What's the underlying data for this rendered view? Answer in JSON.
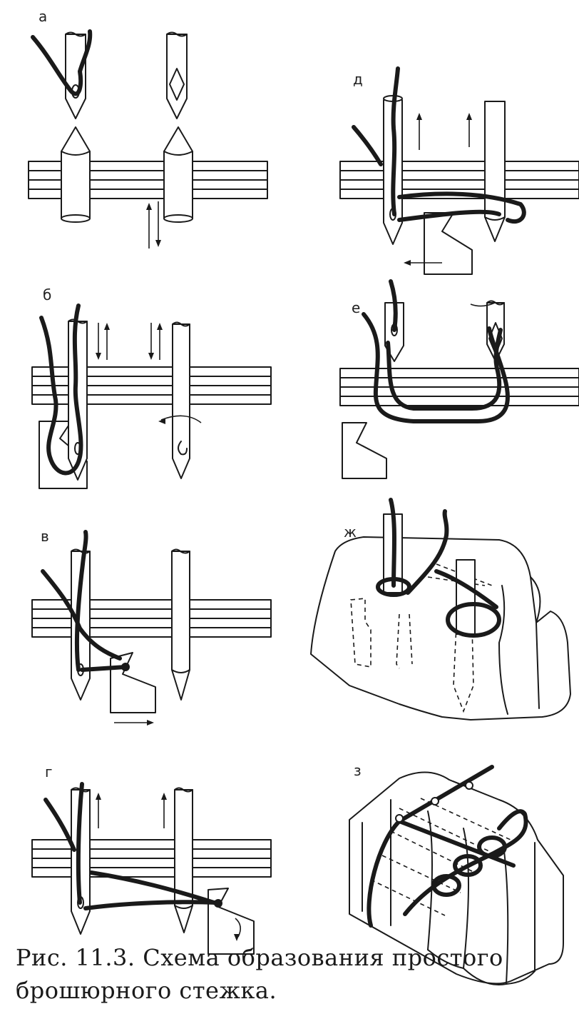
{
  "panels": [
    {
      "id": "a",
      "label": "а"
    },
    {
      "id": "b",
      "label": "б"
    },
    {
      "id": "v",
      "label": "в"
    },
    {
      "id": "g",
      "label": "г"
    },
    {
      "id": "d",
      "label": "д"
    },
    {
      "id": "e",
      "label": "е"
    },
    {
      "id": "zh",
      "label": "ж"
    },
    {
      "id": "z",
      "label": "з"
    }
  ],
  "caption": "Рис. 11.3. Схема образования простого брошюрного стежка."
}
